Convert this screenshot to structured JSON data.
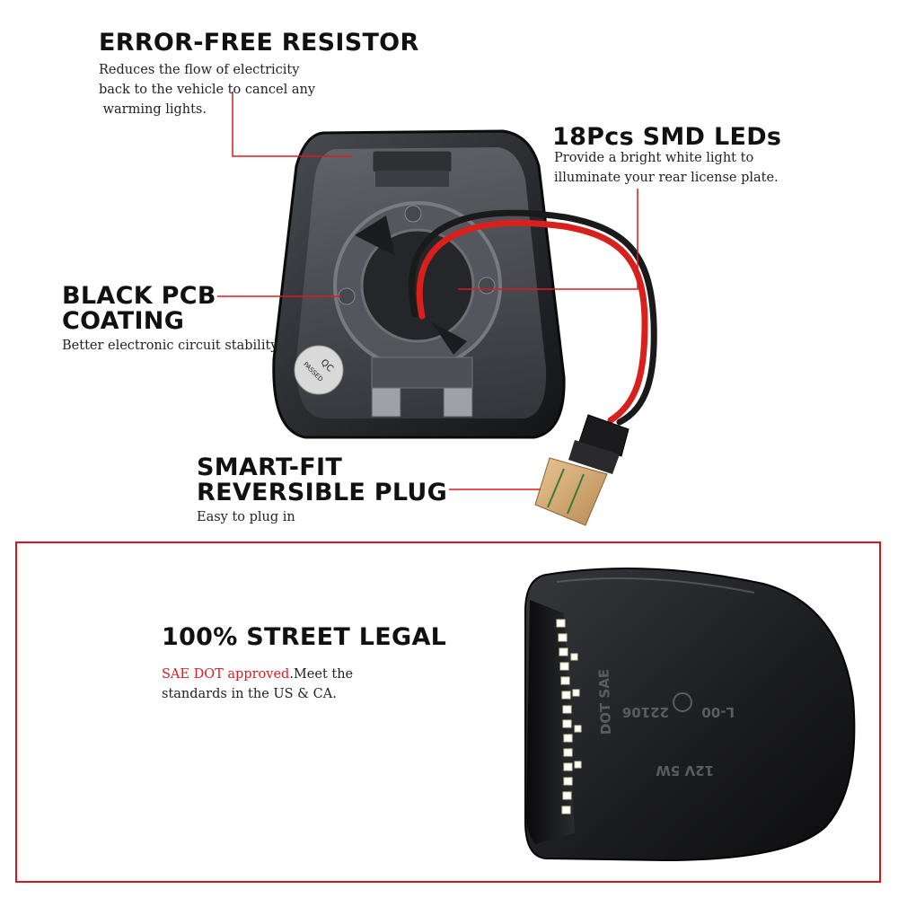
{
  "accent_color": "#e2191e",
  "callouts": {
    "resistor": {
      "title": "ERROR-FREE RESISTOR",
      "lines": [
        "Reduces the flow of electricity",
        "back to the vehicle to cancel any",
        " warming lights."
      ]
    },
    "leds": {
      "title": "18Pcs SMD LEDs",
      "lines": [
        "Provide a bright white light to",
        "illuminate your rear license plate."
      ]
    },
    "pcb": {
      "title_lines": [
        "BLACK PCB",
        "COATING"
      ],
      "line": "Better electronic circuit stability"
    },
    "plug": {
      "title_lines": [
        "SMART-FIT",
        "REVERSIBLE PLUG"
      ],
      "line": "Easy to plug in"
    }
  },
  "legal": {
    "title": "100% STREET LEGAL",
    "highlight": "SAE DOT approved",
    "rest_line1": ".Meet the",
    "line2": "standards in the US & CA."
  },
  "product_markings": {
    "qc_stamp": [
      "QC",
      "PASSED"
    ],
    "housing_text": [
      "DOT SAE",
      "L-00",
      "22106",
      "12V 5W"
    ]
  },
  "icons": {
    "product_top": "license-plate-light-back-view",
    "product_bottom": "license-plate-light-front-view"
  }
}
